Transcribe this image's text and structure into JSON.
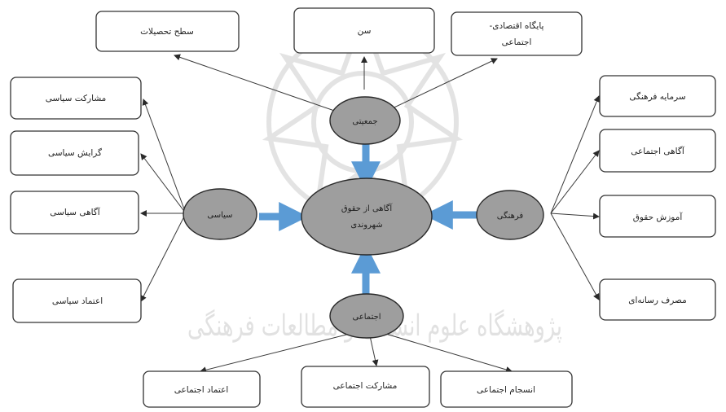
{
  "colors": {
    "node_fill": "#9e9e9e",
    "arrow_blue": "#5b9bd5",
    "line": "#3a3a3a",
    "watermark": "#c9c9c9"
  },
  "watermark": {
    "text": "پژوهشگاه علوم انسانی و مطالعات فرهنگی"
  },
  "center": {
    "line1": "آگاهی از حقوق",
    "line2": "شهروندی"
  },
  "hubs": {
    "demographic": "جمعیتی",
    "political": "سیاسی",
    "cultural": "فرهنگی",
    "social": "اجتماعی"
  },
  "boxes": {
    "education_level": "سطح تحصیلات",
    "age": "سن",
    "socioeconomic_line1": "پایگاه اقتصادی-",
    "socioeconomic_line2": "اجتماعی",
    "political_participation": "مشارکت سیاسی",
    "political_orientation": "گرایش سیاسی",
    "political_awareness": "آگاهی سیاسی",
    "political_trust": "اعتماد سیاسی",
    "cultural_capital": "سرمایه فرهنگی",
    "social_awareness": "آگاهی اجتماعی",
    "rights_education": "آموزش حقوق",
    "media_consumption": "مصرف رسانه‌ای",
    "social_trust": "اعتماد اجتماعی",
    "social_participation": "مشارکت اجتماعی",
    "social_cohesion": "انسجام اجتماعی"
  }
}
